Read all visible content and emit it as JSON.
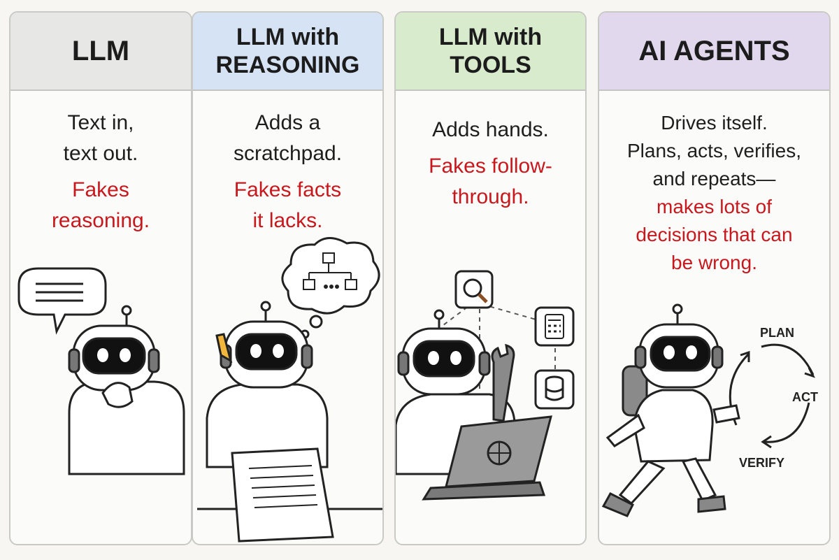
{
  "panels": [
    {
      "title_lines": [
        "LLM"
      ],
      "black_lines": [
        "Text in,",
        "text out."
      ],
      "red_lines": [
        "Fakes",
        "reasoning."
      ]
    },
    {
      "title_lines": [
        "LLM with",
        "REASONING"
      ],
      "black_lines": [
        "Adds a",
        "scratchpad."
      ],
      "red_lines": [
        "Fakes facts",
        "it lacks."
      ]
    },
    {
      "title_lines": [
        "LLM with",
        "TOOLS"
      ],
      "black_lines": [
        "Adds hands."
      ],
      "red_lines": [
        "Fakes follow-",
        "through."
      ]
    },
    {
      "title_lines": [
        "AI AGENTS"
      ],
      "black_lines": [
        "Drives itself.",
        "Plans, acts, verifies,",
        "and repeats—"
      ],
      "red_lines": [
        "makes lots of",
        "decisions that can",
        "be wrong."
      ]
    }
  ],
  "cycle": {
    "plan": "PLAN",
    "act": "ACT",
    "verify": "VERIFY"
  },
  "colors": {
    "llm_header": "#e7e7e5",
    "reasoning_header": "#d6e3f4",
    "tools_header": "#d9ebcd",
    "agents_header": "#e2d8ee",
    "red_text": "#c8181e"
  }
}
